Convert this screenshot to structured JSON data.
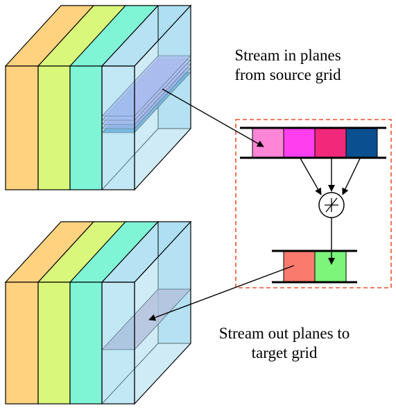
{
  "labels": {
    "source_line1": "Stream in planes",
    "source_line2": "from source grid",
    "target_line1": "Stream out planes to",
    "target_line2": "target grid"
  },
  "colors": {
    "slab_orange": "#ffd27f",
    "slab_yellow_green": "#d9f77a",
    "slab_teal": "#7ff5d6",
    "slab_blue_glass": "#a9ddf2",
    "stencil_in": [
      "#ff85d6",
      "#ff3ef0",
      "#f2287a",
      "#0a4f8f"
    ],
    "stencil_out": [
      "#fa7a6e",
      "#7cf57a"
    ],
    "dashed_box": "#f0502a",
    "source_plane": "#b9a3f0",
    "target_plane": "#c8a8c8"
  },
  "icons": {
    "operator": "circled-slash-plus-operator"
  }
}
